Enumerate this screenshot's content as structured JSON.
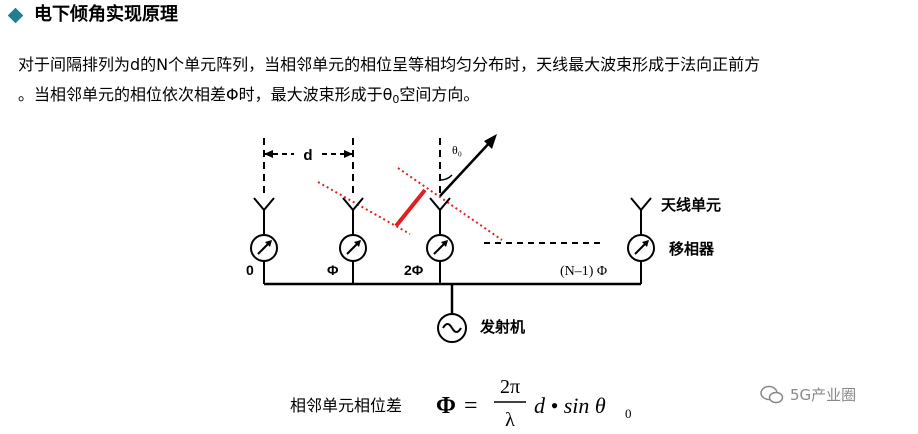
{
  "header": {
    "title": "电下倾角实现原理"
  },
  "paragraph": {
    "line1": "对于间隔排列为d的N个单元阵列，当相邻单元的相位呈等相均匀分布时，天线最大波束形成于法向正前方",
    "line2_pre": "。当相邻单元的相位依次相差Φ时，最大波束形成于θ",
    "line2_sub": "0",
    "line2_post": "空间方向。"
  },
  "diagram": {
    "spacing_label": "d",
    "angle_label": "θ₀",
    "antenna_label": "天线单元",
    "phase_shifter_label": "移相器",
    "transmitter_label": "发射机",
    "phase_labels": [
      "0",
      "Φ",
      "2Φ",
      "(N–1) Φ"
    ]
  },
  "formula": {
    "label": "相邻单元相位差",
    "lhs": "Φ",
    "eq": "=",
    "numerator": "2π",
    "denominator": "λ",
    "rhs": "d • sin θ",
    "rhs_sub": "0"
  },
  "watermark": {
    "text": "5G产业圈"
  },
  "colors": {
    "bullet": "#1e7f8f",
    "dotted_line": "#e02020",
    "red_segment": "#e02020"
  }
}
